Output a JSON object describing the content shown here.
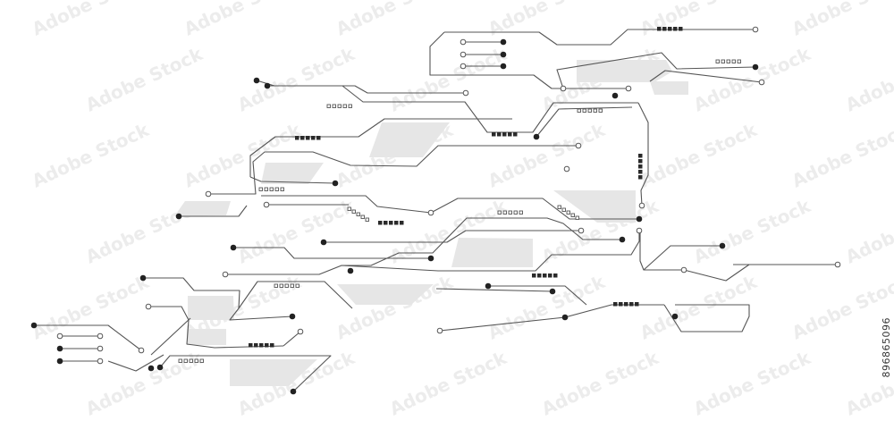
{
  "image": {
    "subject": "circuit-board-traces",
    "stock_id": "896865096",
    "watermark_text": "Adobe Stock"
  },
  "colors": {
    "background": "#ffffff",
    "trace": "#555555",
    "node_filled": "#222222",
    "node_hollow_fill": "#ffffff",
    "pad_fill": "#e6e6e6",
    "chip_fill": "#2a2a2a",
    "watermark": "#dddddd"
  },
  "elements": {
    "traces": "thin-polylines",
    "terminals": [
      "filled-dot",
      "hollow-dot"
    ],
    "pads": "gray-polygons",
    "chips": "black-square-rows",
    "connectors": "hollow-square-rows"
  }
}
